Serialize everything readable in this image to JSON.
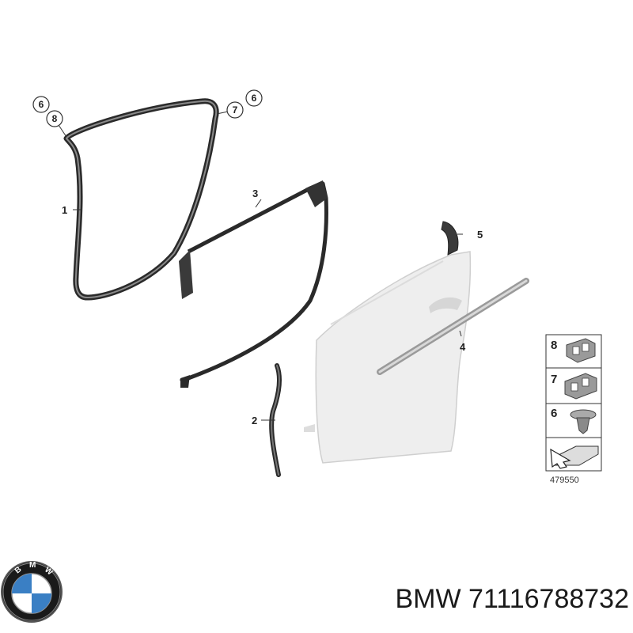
{
  "callouts": {
    "c1": "1",
    "c2": "2",
    "c3": "3",
    "c4": "4",
    "c5": "5",
    "circ_a6": "6",
    "circ_a8": "8",
    "circ_b7": "7",
    "circ_b6": "6"
  },
  "legend": {
    "items": [
      {
        "num": "8",
        "icon": "clip-icon"
      },
      {
        "num": "7",
        "icon": "clip-icon"
      },
      {
        "num": "6",
        "icon": "expanding-rivet-icon"
      }
    ],
    "arrow_icon": "section-arrow-icon",
    "reference": "479550"
  },
  "brand": {
    "logo_text": "BMW",
    "name": "BMW",
    "part_number": "71116788732"
  }
}
